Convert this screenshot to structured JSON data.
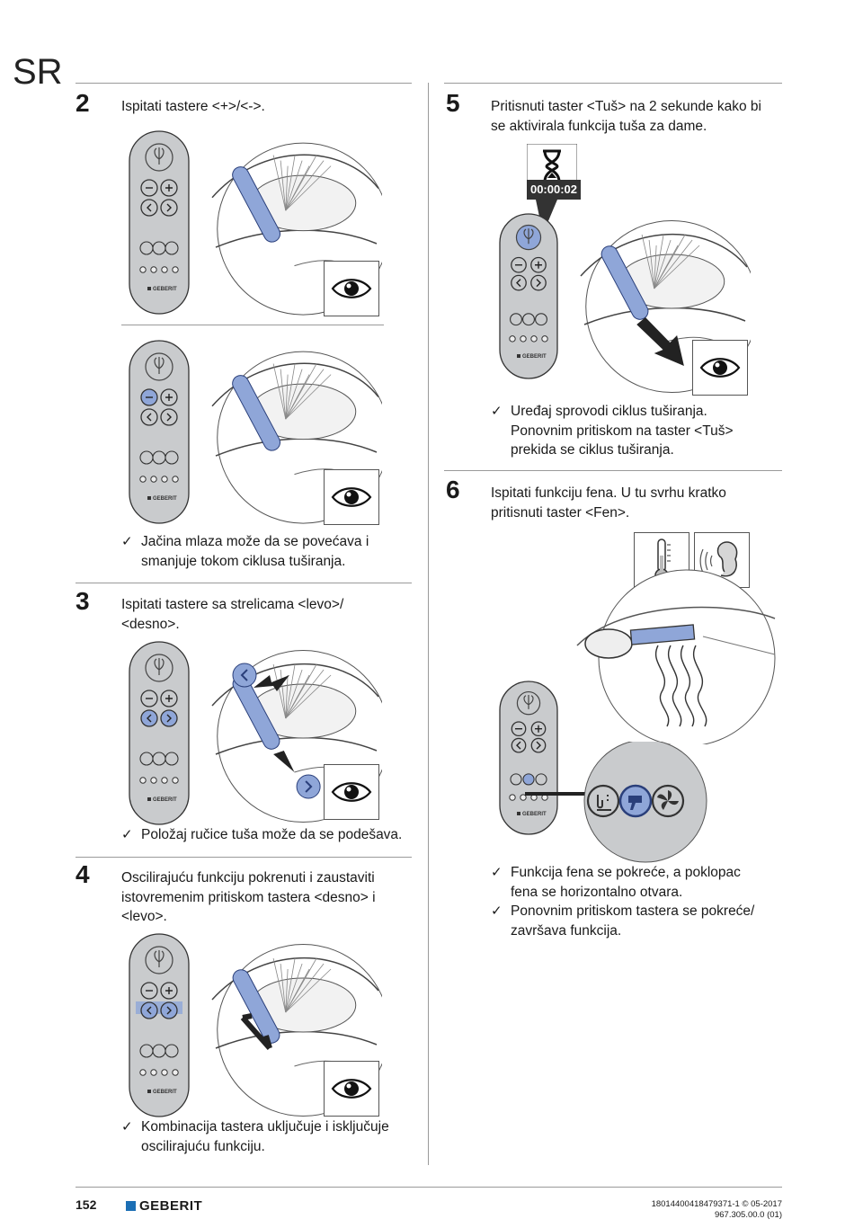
{
  "language_code": "SR",
  "steps": [
    {
      "number": "2",
      "text": "Ispitati tastere <+>/<->."
    },
    {
      "number": "3",
      "text": "Ispitati tastere sa strelicama <levo>/\n<desno>."
    },
    {
      "number": "4",
      "text": "Oscilirajuću funkciju pokrenuti i zaustaviti\nistovremenim pritiskom tastera <desno> i\n<levo>."
    },
    {
      "number": "5",
      "text": "Pritisnuti taster <Tuš> na 2 sekunde kako bi\nse aktivirala funkcija tuša za dame."
    },
    {
      "number": "6",
      "text": "Ispitati funkciju fena. U tu svrhu kratko\npritisnuti taster <Fen>."
    }
  ],
  "results": {
    "r2": "Jačina mlaza može da se povećava i\nsmanjuje tokom ciklusa tuširanja.",
    "r3": "Položaj ručice tuša može da se podešava.",
    "r4": "Kombinacija tastera uključuje i isključuje\noscilirajuću funkciju.",
    "r5": "Uređaj sprovodi ciklus tuširanja.\nPonovnim pritiskom na taster <Tuš>\nprekida se ciklus tuširanja.",
    "r6a": "Funkcija fena se pokreće, a poklopac\nfena se horizontalno otvara.",
    "r6b": "Ponovnim pritiskom tastera se pokreće/\nzavršava funkcija."
  },
  "timer_display": "00:00:02",
  "remote_brand": "GEBERIT",
  "footer": {
    "page_number": "152",
    "brand": "GEBERIT",
    "doc_id": "18014400418479371-1 © 05-2017",
    "doc_version": "967.305.00.0 (01)"
  },
  "colors": {
    "accent": "#8fa6d8",
    "remote_body": "#c9cbcd",
    "brand_blue": "#1c6fb5"
  }
}
